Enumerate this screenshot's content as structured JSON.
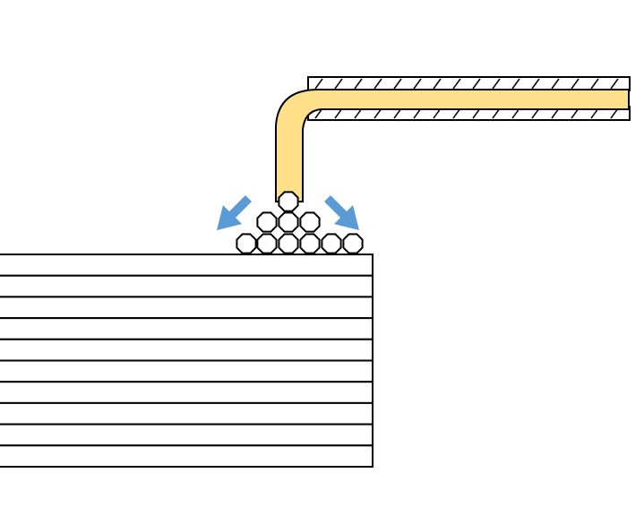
{
  "colors": {
    "background": "#ffffff",
    "stroke": "#000000",
    "tube_fill": "#FFE08A",
    "arrow_fill": "#5B9BD5",
    "particle_fill": "#ffffff"
  },
  "diagram": {
    "stack": {
      "layer_count": 10
    },
    "particles": {
      "row_counts": [
        1,
        3,
        6
      ]
    },
    "arrows": {
      "count": 2,
      "directions": [
        "down-left",
        "down-right"
      ]
    },
    "tube": {
      "shape": "elbow",
      "sheath": "hatched"
    }
  }
}
